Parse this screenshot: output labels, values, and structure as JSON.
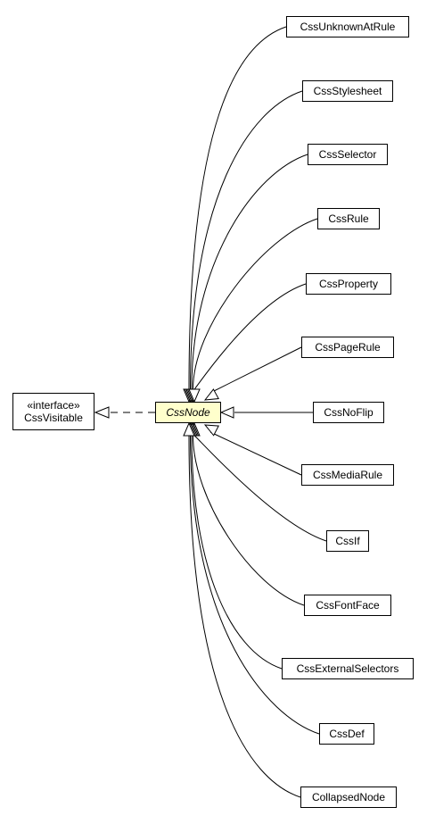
{
  "diagram": {
    "interface": {
      "stereotype": "«interface»",
      "name": "CssVisitable"
    },
    "focus": {
      "name": "CssNode"
    },
    "subclasses": [
      "CssUnknownAtRule",
      "CssStylesheet",
      "CssSelector",
      "CssRule",
      "CssProperty",
      "CssPageRule",
      "CssNoFlip",
      "CssMediaRule",
      "CssIf",
      "CssFontFace",
      "CssExternalSelectors",
      "CssDef",
      "CollapsedNode"
    ],
    "colors": {
      "focus_fill": "#ffffcc",
      "stroke": "#000000",
      "background": "#ffffff"
    }
  }
}
